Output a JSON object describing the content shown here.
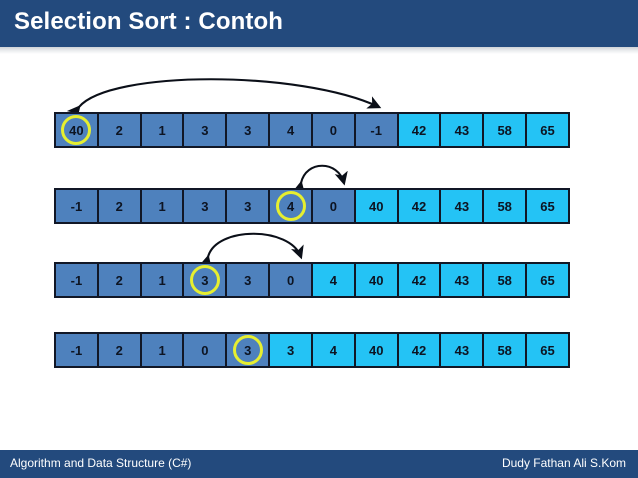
{
  "slide": {
    "title": "Selection Sort : Contoh",
    "title_bar_color": "#234a7d",
    "unsorted_cell_color": "#4e81bd",
    "sorted_cell_color": "#24c3f5",
    "highlight_ring_color": "#e6ef30",
    "border_color": "#111726"
  },
  "footer": {
    "left": "Algorithm and Data Structure (C#)",
    "right": "Dudy Fathan Ali S.Kom"
  },
  "rows": [
    {
      "name": "pass-1",
      "values": [
        "40",
        "2",
        "1",
        "3",
        "3",
        "4",
        "0",
        "-1",
        "42",
        "43",
        "58",
        "65"
      ],
      "sorted_from_index": 8,
      "highlight_index": 0,
      "swap": {
        "from_index": 0,
        "to_index": 7
      }
    },
    {
      "name": "pass-2",
      "values": [
        "-1",
        "2",
        "1",
        "3",
        "3",
        "4",
        "0",
        "40",
        "42",
        "43",
        "58",
        "65"
      ],
      "sorted_from_index": 7,
      "highlight_index": 5,
      "swap": {
        "from_index": 5,
        "to_index": 6
      }
    },
    {
      "name": "pass-3",
      "values": [
        "-1",
        "2",
        "1",
        "3",
        "3",
        "0",
        "4",
        "40",
        "42",
        "43",
        "58",
        "65"
      ],
      "sorted_from_index": 6,
      "highlight_index": 3,
      "swap": {
        "from_index": 3,
        "to_index": 5
      }
    },
    {
      "name": "pass-4",
      "values": [
        "-1",
        "2",
        "1",
        "0",
        "3",
        "3",
        "4",
        "40",
        "42",
        "43",
        "58",
        "65"
      ],
      "sorted_from_index": 5,
      "highlight_index": 4,
      "swap": null
    }
  ]
}
